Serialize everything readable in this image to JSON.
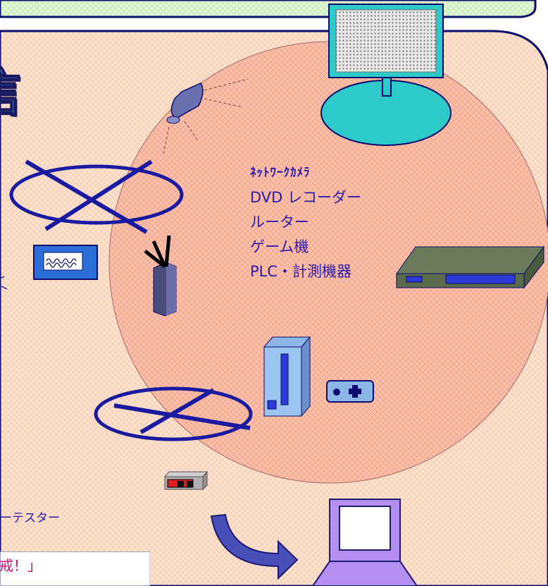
{
  "title_fragment": "信",
  "device_labels": [
    "ﾈｯﾄﾜｰｸｶﾒﾗ",
    "DVD レコーダー",
    "ルーター",
    "ゲーム機",
    "PLC・計測機器"
  ],
  "side_fragment_left": "ーテスター",
  "cropped_note_text": "戒！」",
  "colors": {
    "panel_fill": "#fddcc8",
    "panel_stroke": "#0c0c6e",
    "top_band_fill": "#d8f5c8",
    "circle_fill": "#f8b6a0",
    "device_blue": "#2c6ed8",
    "label_text": "#2a1aa8",
    "accent_magenta": "#e0007a",
    "cyan_fill": "#2ec9c9",
    "laptop_violet": "#b48ff0"
  },
  "icons": [
    "monitor-icon",
    "camera-icon",
    "router-icon",
    "tester-screen-icon",
    "dvd-recorder-icon",
    "plc-tower-icon",
    "game-pad-icon",
    "gateway-box-icon",
    "laptop-icon",
    "curved-arrow-icon",
    "crossed-ellipse-icon"
  ]
}
